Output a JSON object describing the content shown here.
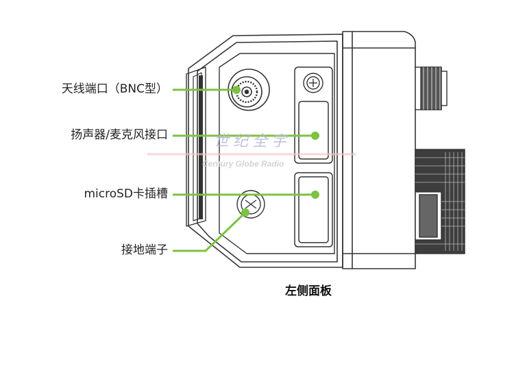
{
  "callouts": [
    {
      "label": "天线端口（BNC型）"
    },
    {
      "label": "扬声器/麦克风接口"
    },
    {
      "label": "microSD卡插槽"
    },
    {
      "label": "接地端子"
    }
  ],
  "caption": "左侧面板",
  "watermark": {
    "chinese": "世纪全宇",
    "english": "Century Globe Radio"
  },
  "colors": {
    "callout": "#7dc242",
    "outline": "#333333",
    "knurl": "#444444"
  }
}
